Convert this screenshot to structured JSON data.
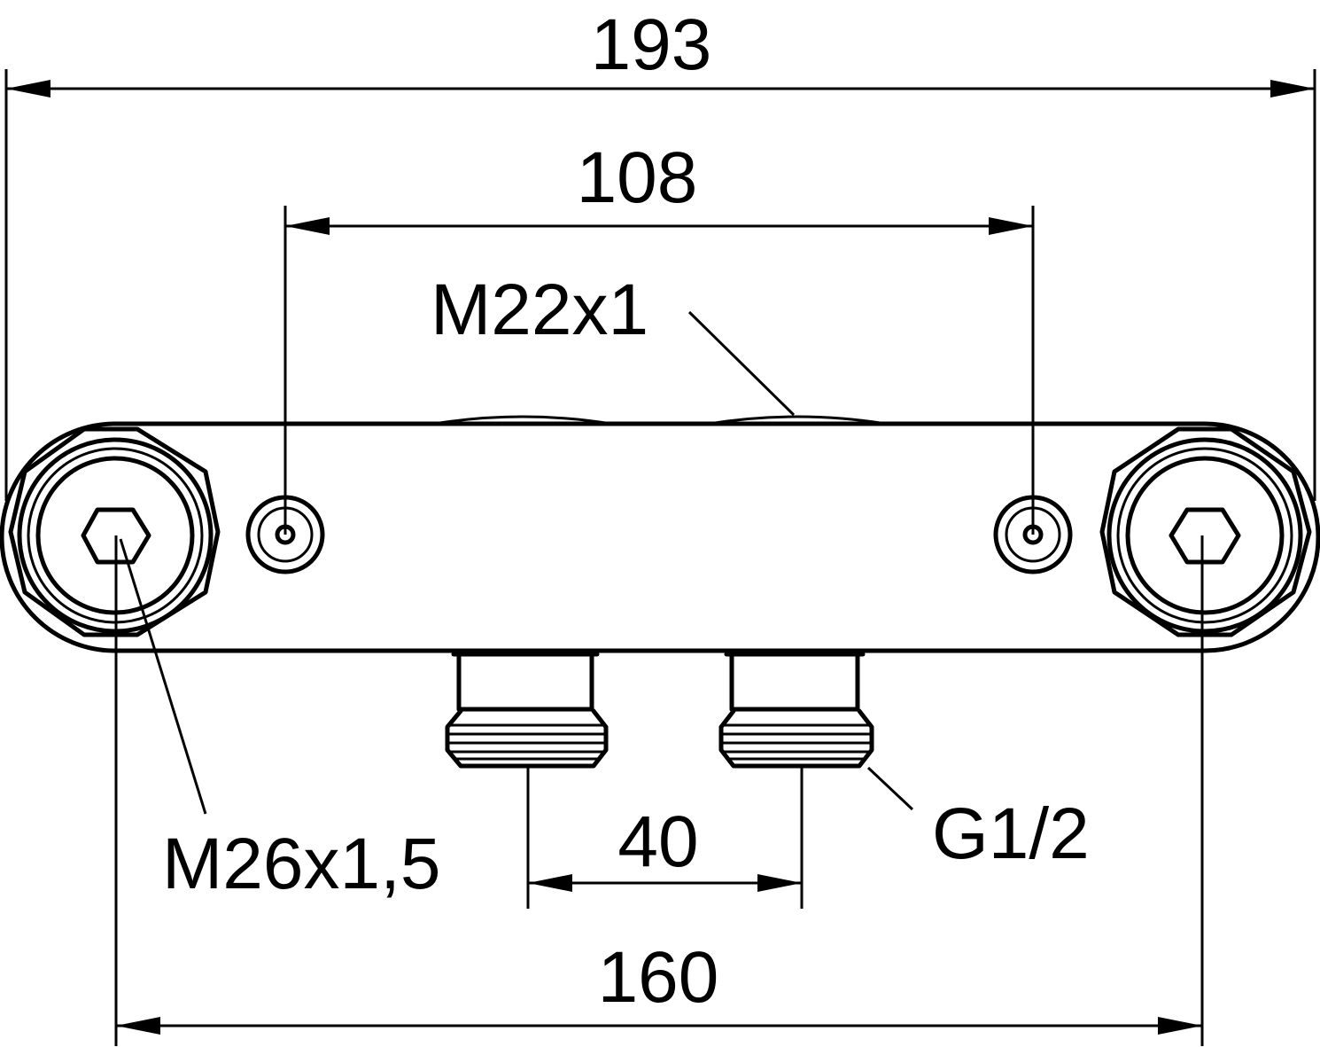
{
  "dimensions": {
    "overall_width": "193",
    "mount_spacing": "108",
    "outlet_spacing": "40",
    "inlet_spacing": "160"
  },
  "callouts": {
    "mount_thread": "M22x1",
    "inlet_thread": "M26x1,5",
    "outlet_thread": "G1/2"
  },
  "colors": {
    "line": "#000000",
    "background": "#ffffff"
  }
}
